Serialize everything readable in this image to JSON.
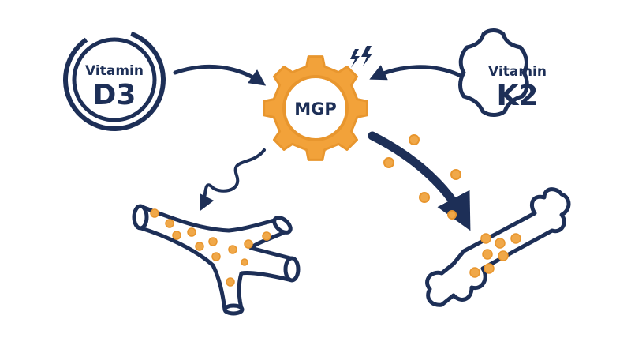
{
  "colors": {
    "navy": "#1d2f57",
    "orange": "#e8962e",
    "orange_fill": "#f2a23a",
    "particle": "#f0a849",
    "white": "#ffffff"
  },
  "vitamin_d3": {
    "line1": "Vitamin",
    "line2": "D3"
  },
  "vitamin_k2": {
    "line1": "Vitamin",
    "line2": "K2"
  },
  "mgp": {
    "label": "MGP"
  },
  "icons": {
    "d3": "ring-badge-icon",
    "k2": "cross-badge-icon",
    "mgp": "gear-icon",
    "spark": "lightning-icon",
    "vessel": "blood-vessel-icon",
    "bone": "bone-icon"
  }
}
